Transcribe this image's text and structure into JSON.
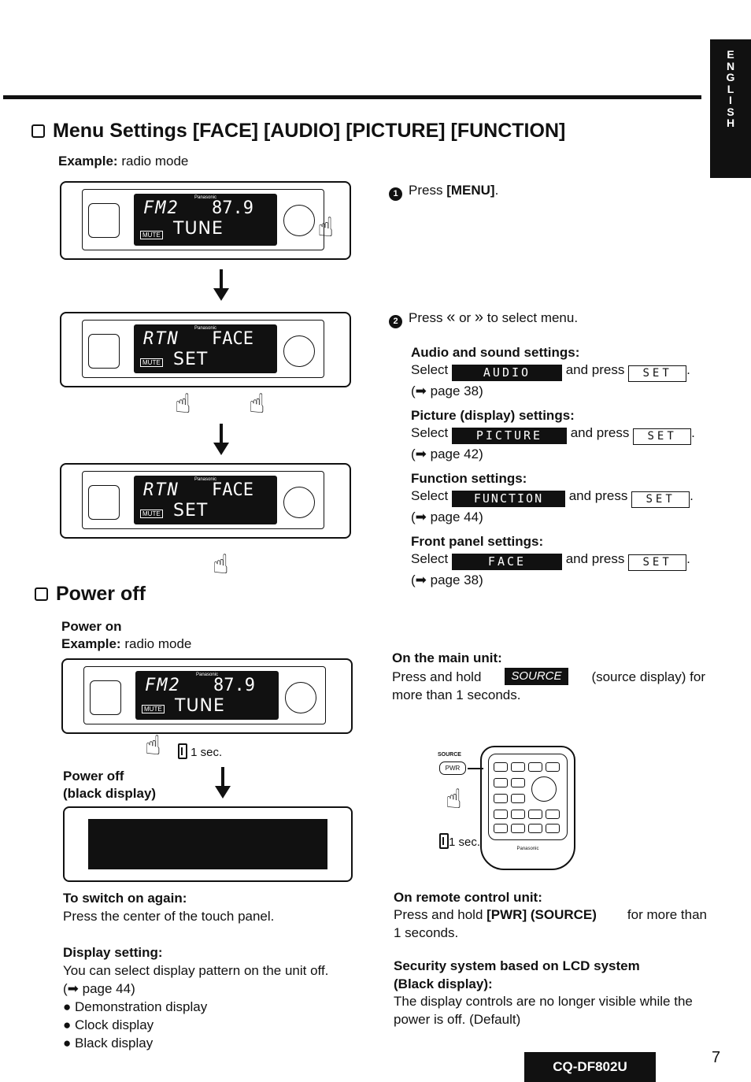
{
  "side_tab": {
    "letters": [
      "E",
      "N",
      "G",
      "L",
      "I",
      "S",
      "H"
    ]
  },
  "menu": {
    "title": "Menu Settings [FACE] [AUDIO] [PICTURE] [FUNCTION]",
    "example_label": "Example:",
    "example_value": "radio mode",
    "step1_num": "1",
    "step1_text_a": "Press ",
    "step1_text_b": "[MENU]",
    "step1_text_c": ".",
    "step2_num": "2",
    "step2_press": "Press",
    "step2_or": "or",
    "step2_rest": "to select menu.",
    "settings": [
      {
        "heading": "Audio and sound settings:",
        "select": "Select",
        "chip": "AUDIO",
        "and_press": "and press",
        "set": "SET",
        "dot": ".",
        "page": "(➡ page 38)"
      },
      {
        "heading": "Picture (display) settings:",
        "select": "Select",
        "chip": "PICTURE",
        "and_press": "and press",
        "set": "SET",
        "dot": ".",
        "page": "(➡ page 42)"
      },
      {
        "heading": "Function settings:",
        "select": "Select",
        "chip": "FUNCTION",
        "and_press": "and press",
        "set": "SET",
        "dot": ".",
        "page": "(➡ page 44)"
      },
      {
        "heading": "Front panel settings:",
        "select": "Select",
        "chip": "FACE",
        "and_press": "and press",
        "set": "SET",
        "dot": ".",
        "page": "(➡ page 38)"
      }
    ],
    "displays": [
      {
        "line1": "FM2",
        "freq": "87.9",
        "line2": "TUNE",
        "badge": "MUTE"
      },
      {
        "line1": "RTN",
        "freq": "FACE",
        "line2": "SET",
        "badge": "MUTE"
      },
      {
        "line1": "RTN",
        "freq": "FACE",
        "line2": "SET",
        "badge": "MUTE"
      }
    ],
    "brand": "Panasonic"
  },
  "power": {
    "title": "Power off",
    "power_on_heading": "Power on",
    "example_label": "Example:",
    "example_value": "radio mode",
    "display": {
      "line1": "FM2",
      "freq": "87.9",
      "line2": "TUNE",
      "badge": "MUTE"
    },
    "one_sec": "1 sec.",
    "power_off_heading": "Power off",
    "black_display": "(black display)",
    "main_unit_heading": "On the main unit:",
    "main_unit_a": "Press and hold",
    "source_chip": "SOURCE",
    "main_unit_b": "(source display) for",
    "main_unit_c": "more than 1 seconds.",
    "remote_source_label": "SOURCE",
    "remote_pwr_label": "PWR",
    "remote_sec": "1 sec.",
    "remote_heading": "On remote control unit:",
    "remote_text_a": "Press and hold ",
    "remote_text_b": "[PWR] (SOURCE)",
    "remote_text_c": " for more than",
    "remote_text_d": "1 seconds.",
    "switch_heading": "To switch on again:",
    "switch_text": "Press the center of the touch panel.",
    "display_setting_heading": "Display setting:",
    "display_setting_text": "You can select display pattern on the unit off.",
    "display_setting_page": "(➡ page 44)",
    "bullets": [
      "Demonstration display",
      "Clock display",
      "Black display"
    ],
    "security_heading_1": "Security system based on LCD system",
    "security_heading_2": "(Black display):",
    "security_text_1": "The display controls are no longer visible while the",
    "security_text_2": "power is off. (Default)"
  },
  "footer": {
    "model": "CQ-DF802U",
    "page_number": "7"
  }
}
